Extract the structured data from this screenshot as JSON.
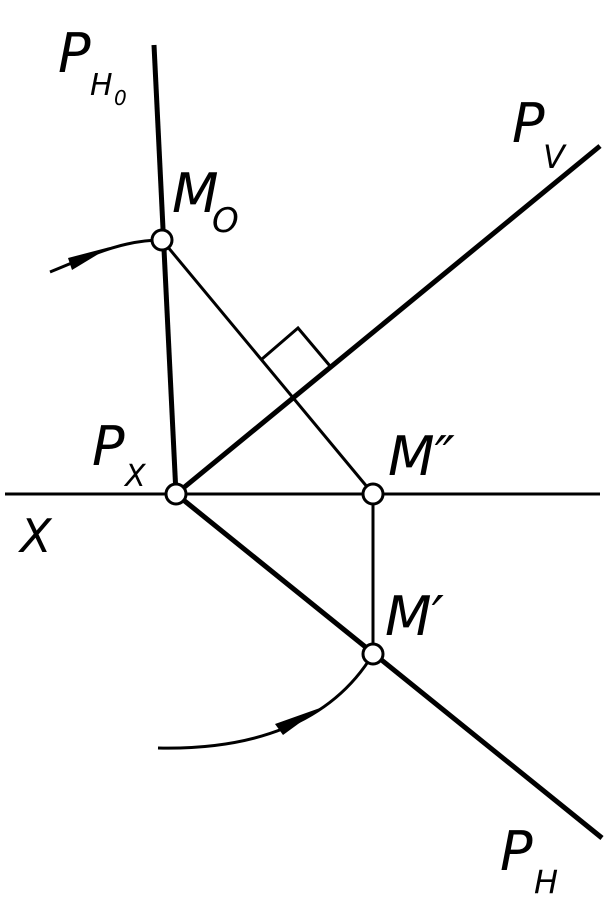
{
  "labels": {
    "ph0_main": "P",
    "ph0_sub": "H",
    "ph0_subsub": "0",
    "pv_main": "P",
    "pv_sub": "V",
    "m0_main": "M",
    "m0_sub": "O",
    "px_main": "P",
    "px_sub": "X",
    "m2": "M″",
    "x_axis": "X",
    "m1": "M′",
    "ph_main": "P",
    "ph_sub": "H"
  },
  "colors": {
    "ink": "#000000",
    "paper": "#ffffff"
  }
}
